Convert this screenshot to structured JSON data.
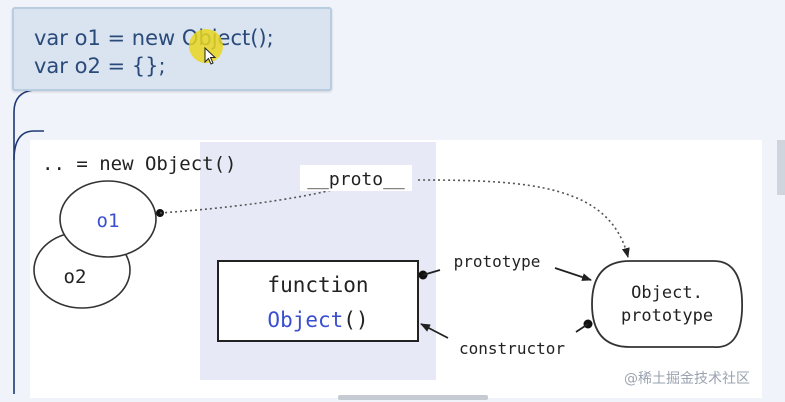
{
  "code": {
    "line1": "var o1 = new Object();",
    "line2": "var o2 = {};"
  },
  "diagram": {
    "header": ".. = new Object()",
    "o1_label": "o1",
    "o2_label": "o2",
    "proto_label": "__proto__",
    "function_label": "function",
    "object_label": "Object",
    "paren_label": "()",
    "prototype_label": "prototype",
    "constructor_label": "constructor",
    "object_prototype_line1": "Object.",
    "object_prototype_line2": "prototype"
  },
  "watermark": "@稀土掘金技术社区",
  "colors": {
    "background": "#f1f3fa",
    "code_box": "#d9e4f0",
    "code_text": "#2a4a7a",
    "highlight_panel": "#e8e9f7",
    "blue_text": "#3a4fd0",
    "connector_line": "#1f3a73"
  }
}
